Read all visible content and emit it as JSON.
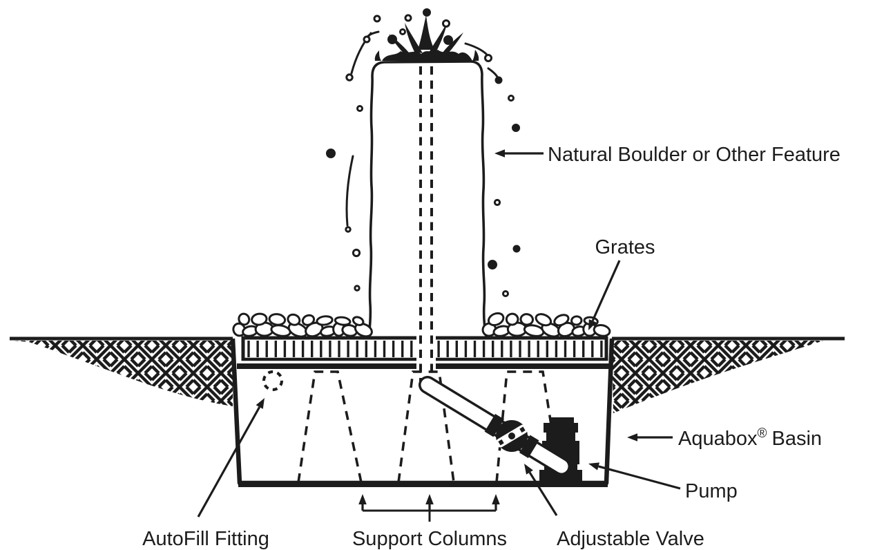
{
  "diagram": {
    "labels": {
      "natural_boulder": "Natural Boulder or Other Feature",
      "grates": "Grates",
      "aquabox_brand": "Aquabox",
      "aquabox_registered": "®",
      "aquabox_suffix": "Basin",
      "pump": "Pump",
      "adjustable_valve": "Adjustable Valve",
      "support_columns": "Support Columns",
      "autofill_fitting": "AutoFill Fitting"
    },
    "colors": {
      "ink": "#1c1c1c",
      "paper": "#ffffff"
    }
  }
}
